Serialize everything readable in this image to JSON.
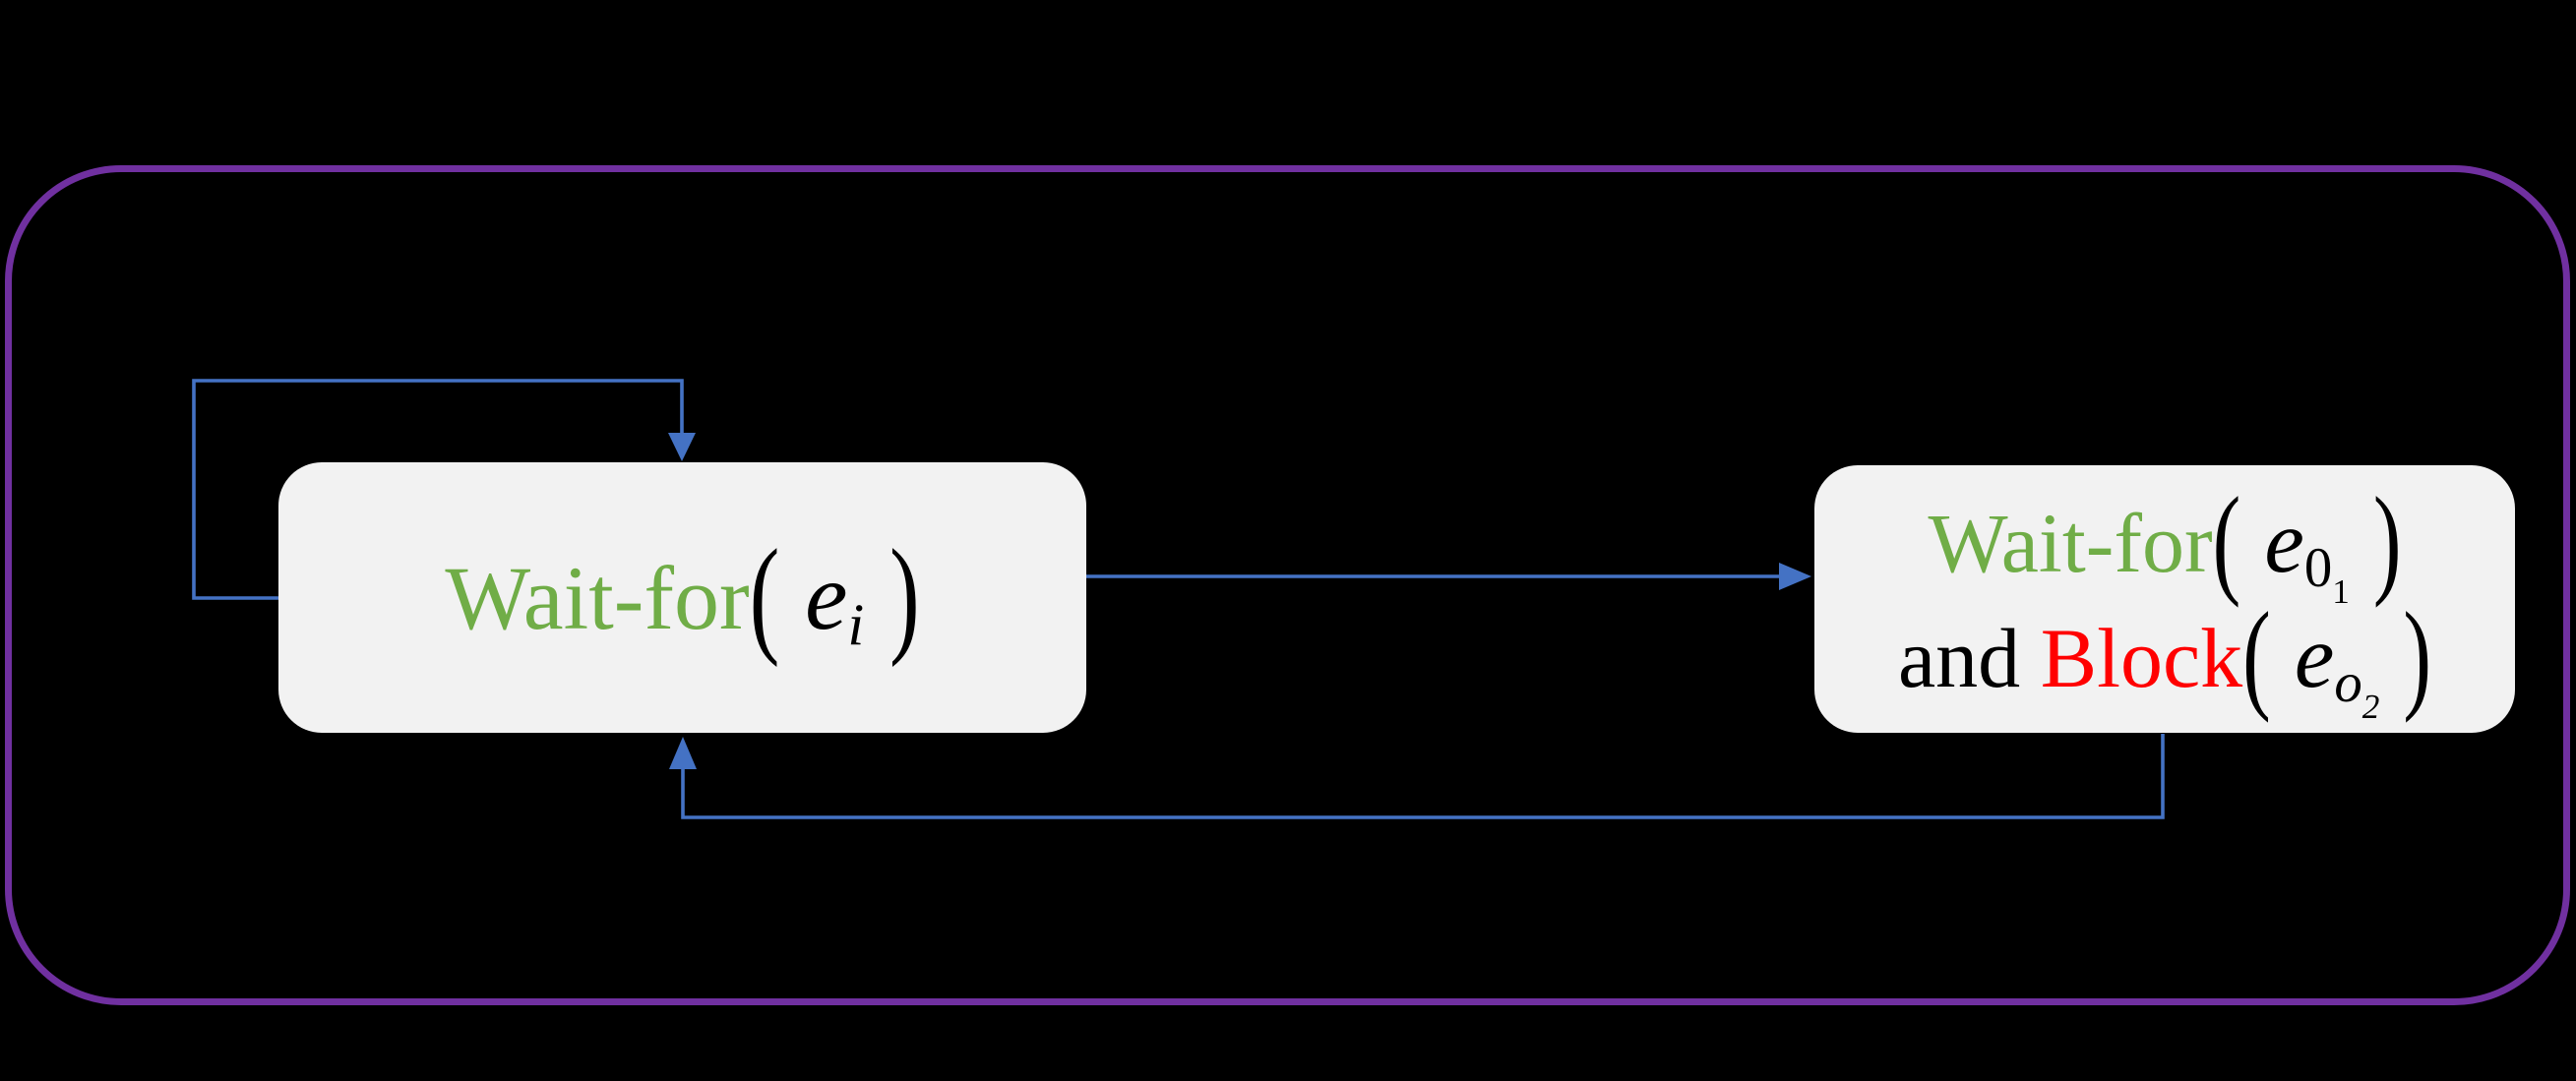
{
  "colors": {
    "bg": "#000000",
    "frame": "#7030A0",
    "arrow": "#4472C4",
    "green": "#70AD47",
    "red": "#FF0000",
    "ink": "#000000",
    "box_fill": "#F2F2F2"
  },
  "left_box": {
    "wait_for": "Wait-for",
    "open_paren": "(",
    "var": "e",
    "subscript": "i",
    "close_paren": ")"
  },
  "right_box": {
    "line1": {
      "wait_for": "Wait-for",
      "open_paren": "(",
      "var": "e",
      "subscript": "0",
      "subsubscript": "1",
      "close_paren": ")"
    },
    "line2": {
      "and": "and",
      "block": "Block",
      "open_paren": "(",
      "var": "e",
      "subscript": "o",
      "subsubscript": "2",
      "close_paren": ")"
    }
  },
  "icons": {
    "self_loop_arrowhead": "filled-triangle-down",
    "transition_arrowhead": "filled-triangle-right",
    "return_arrowhead": "filled-triangle-up"
  },
  "diagram": {
    "edges": [
      {
        "from": "wait-state",
        "to": "wait-state",
        "type": "self-loop"
      },
      {
        "from": "wait-state",
        "to": "wait-and-block-state",
        "type": "transition"
      },
      {
        "from": "wait-and-block-state",
        "to": "wait-state",
        "type": "return"
      }
    ]
  }
}
